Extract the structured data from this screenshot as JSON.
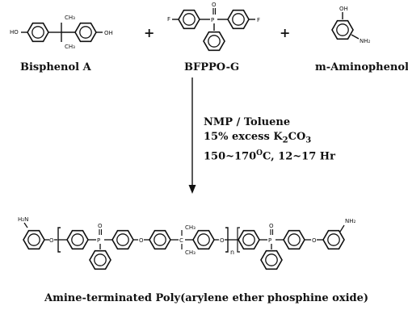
{
  "reactants": {
    "bisphenol_a": "Bisphenol A",
    "bfppo_g": "BFPPO-G",
    "m_aminophenol": "m-Aminophenol",
    "plus": "+"
  },
  "conditions": {
    "line1": "NMP / Toluene",
    "line2_prefix": "15% excess K",
    "line2_sub1": "2",
    "line2_mid": "CO",
    "line2_sub2": "3",
    "line3_prefix": "150~170",
    "line3_sup": "O",
    "line3_suffix": "C, 12~17 Hr"
  },
  "product": {
    "name": "Amine-terminated Poly(arylene ether phosphine oxide)"
  },
  "atoms": {
    "ho": "HO",
    "oh": "OH",
    "f": "F",
    "p": "P",
    "o": "O",
    "ch3": "CH₃",
    "nh2": "NH₂",
    "h2n": "H₂N",
    "c": "C",
    "n": "n"
  }
}
